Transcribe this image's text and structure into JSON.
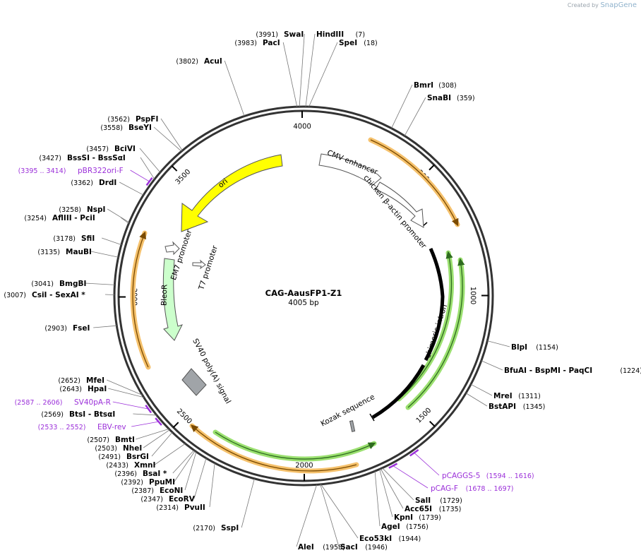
{
  "credit": {
    "prefix": "Created by",
    "brand": "SnapGene"
  },
  "plasmid": {
    "name": "CAG-AausFP1-Z1",
    "size_label": "4005 bp",
    "length": 4005
  },
  "ticks": [
    {
      "label": "500",
      "bp": 500
    },
    {
      "label": "1000",
      "bp": 1000
    },
    {
      "label": "1500",
      "bp": 1500
    },
    {
      "label": "2000",
      "bp": 2000
    },
    {
      "label": "2500",
      "bp": 2500
    },
    {
      "label": "3000",
      "bp": 3000
    },
    {
      "label": "3500",
      "bp": 3500
    },
    {
      "label": "4000",
      "bp": 4000
    }
  ],
  "enzymes": [
    {
      "name": "SwaI",
      "pos": "(3991)",
      "bp": 3991
    },
    {
      "name": "PacI",
      "pos": "(3983)",
      "bp": 3983
    },
    {
      "name": "HindIII",
      "pos": "(7)",
      "bp": 7
    },
    {
      "name": "SpeI",
      "pos": "(18)",
      "bp": 18
    },
    {
      "name": "AcuI",
      "pos": "(3802)",
      "bp": 3802
    },
    {
      "name": "BmrI",
      "pos": "(308)",
      "bp": 308
    },
    {
      "name": "SnaBI",
      "pos": "(359)",
      "bp": 359
    },
    {
      "name": "PspFI",
      "pos": "(3562)",
      "bp": 3562
    },
    {
      "name": "BseYI",
      "pos": "(3558)",
      "bp": 3558
    },
    {
      "name": "BciVI",
      "pos": "(3457)",
      "bp": 3457
    },
    {
      "name": "BssSI  - BssSαI",
      "pos": "(3427)",
      "bp": 3427
    },
    {
      "name": "DrdI",
      "pos": "(3362)",
      "bp": 3362
    },
    {
      "name": "NspI",
      "pos": "(3258)",
      "bp": 3258
    },
    {
      "name": "AflIII  - PciI",
      "pos": "(3254)",
      "bp": 3254
    },
    {
      "name": "SfiI",
      "pos": "(3178)",
      "bp": 3178
    },
    {
      "name": "MauBI",
      "pos": "(3135)",
      "bp": 3135
    },
    {
      "name": "BmgBI",
      "pos": "(3041)",
      "bp": 3041
    },
    {
      "name": "CsiI  - SexAI *",
      "pos": "(3007)",
      "bp": 3007
    },
    {
      "name": "FseI",
      "pos": "(2903)",
      "bp": 2903
    },
    {
      "name": "BlpI",
      "pos": "(1154)",
      "bp": 1154
    },
    {
      "name": "BfuAI  - BspMI  - PaqCI",
      "pos": "(1224)",
      "bp": 1224
    },
    {
      "name": "MreI",
      "pos": "(1311)",
      "bp": 1311
    },
    {
      "name": "BstAPI",
      "pos": "(1345)",
      "bp": 1345
    },
    {
      "name": "MfeI",
      "pos": "(2652)",
      "bp": 2652
    },
    {
      "name": "HpaI",
      "pos": "(2643)",
      "bp": 2643
    },
    {
      "name": "BtsI  - BtsαI",
      "pos": "(2569)",
      "bp": 2569
    },
    {
      "name": "BmtI",
      "pos": "(2507)",
      "bp": 2507
    },
    {
      "name": "NheI",
      "pos": "(2503)",
      "bp": 2503
    },
    {
      "name": "BsrGI",
      "pos": "(2491)",
      "bp": 2491
    },
    {
      "name": "XmnI",
      "pos": "(2433)",
      "bp": 2433
    },
    {
      "name": "BsaI *",
      "pos": "(2396)",
      "bp": 2396
    },
    {
      "name": "PpuMI",
      "pos": "(2392)",
      "bp": 2392
    },
    {
      "name": "EcoNI",
      "pos": "(2387)",
      "bp": 2387
    },
    {
      "name": "EcoRV",
      "pos": "(2347)",
      "bp": 2347
    },
    {
      "name": "PvuII",
      "pos": "(2314)",
      "bp": 2314
    },
    {
      "name": "SspI",
      "pos": "(2170)",
      "bp": 2170
    },
    {
      "name": "AleI",
      "pos": "(1958)",
      "bp": 1958
    },
    {
      "name": "SacI",
      "pos": "(1946)",
      "bp": 1946
    },
    {
      "name": "Eco53kI",
      "pos": "(1944)",
      "bp": 1944
    },
    {
      "name": "AgeI",
      "pos": "(1756)",
      "bp": 1756
    },
    {
      "name": "KpnI",
      "pos": "(1739)",
      "bp": 1739
    },
    {
      "name": "Acc65I",
      "pos": "(1735)",
      "bp": 1735
    },
    {
      "name": "SalI",
      "pos": "(1729)",
      "bp": 1729
    }
  ],
  "primers": [
    {
      "name": "pBR322ori-F",
      "range": "(3395 .. 3414)",
      "start": 3395,
      "end": 3414
    },
    {
      "name": "SV40pA-R",
      "range": "(2587 .. 2606)",
      "start": 2587,
      "end": 2606
    },
    {
      "name": "EBV-rev",
      "range": "(2533 .. 2552)",
      "start": 2533,
      "end": 2552
    },
    {
      "name": "pCAGGS-5",
      "range": "(1594 .. 1616)",
      "start": 1594,
      "end": 1616
    },
    {
      "name": "pCAG-F",
      "range": "(1678 .. 1697)",
      "start": 1678,
      "end": 1697
    }
  ],
  "features": [
    {
      "name": "ori",
      "color": "#ffff00"
    },
    {
      "name": "CMV enhancer",
      "color": "#ffffff"
    },
    {
      "name": "chicken β-actin promoter",
      "color": "#ffffff"
    },
    {
      "name": "EM7 promoter",
      "color": "#ffffff"
    },
    {
      "name": "T7 promoter",
      "color": "#ffffff"
    },
    {
      "name": "BleoR",
      "color": "#ccffcc"
    },
    {
      "name": "SV40 poly(A) signal",
      "color": "#a0a4a8"
    },
    {
      "name": "chimeric intron",
      "color": "#000000"
    },
    {
      "name": "Kozak sequence",
      "color": "#a0a4a8"
    }
  ],
  "colors": {
    "backbone": "#333333",
    "primer": "#9b30d9",
    "orf_orange": "#f5c16c",
    "orf_green": "#9be070"
  }
}
